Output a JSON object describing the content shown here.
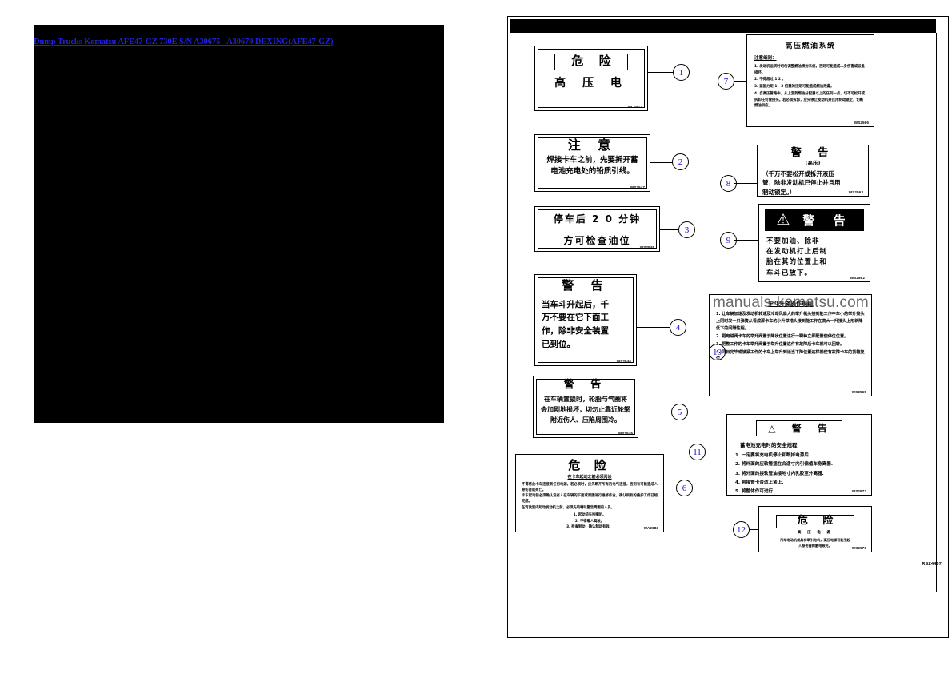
{
  "document": {
    "title_link": "Dump Trucks Komatsu AFE47-GZ 730E S/N A30675 - A30679 DEXING(AFE47-GZ)",
    "page_ref": "RSZ4407",
    "watermark": "manuals-komatsu.com"
  },
  "decals": [
    {
      "callout": "1",
      "heading": "危 险",
      "heading_boxed": true,
      "lines": [
        "高 压 电"
      ],
      "part_no": "WC2572"
    },
    {
      "callout": "2",
      "heading": "注  意",
      "heading_boxed": false,
      "lines": [
        "焊接卡车之前，先要拆开蓄",
        "电池充电处的铅质引线。"
      ],
      "part_no": "WS2547"
    },
    {
      "callout": "3",
      "heading": "",
      "heading_boxed": false,
      "lines": [
        "停车后 2 0 分钟",
        "方可检查油位"
      ],
      "part_no": "WS2548"
    },
    {
      "callout": "4",
      "heading": "警  告",
      "heading_boxed": false,
      "lines": [
        "当车斗升起后，千",
        "万不要在它下面工",
        "作，除非安全装置",
        "已到位。"
      ],
      "part_no": "WS2546"
    },
    {
      "callout": "5",
      "heading": "警  告",
      "heading_boxed": false,
      "lines": [
        "在车辆置锁时，轮胎与气圈将",
        "会加剧地损坏，切勿止靠近轮辋",
        "附近伤人、压陷周围冷。"
      ],
      "part_no": "WS2545"
    },
    {
      "callout": "6",
      "heading": "危 险",
      "heading_boxed": false,
      "subtitle": "在卡车起动之前必须阅读",
      "lines": [
        "不得将此卡车连接到任何电源，若必须时，应先断开所有的电气连接，否则有可能造成人身伤害或死亡。",
        "卡车起动前必须确认没有人在车辆的下面或周围进行维修作业，确认所有的维护工作已经完成。",
        "在驾驶室内起动发动机之前，必须先鸣喇叭警告周围的人员。"
      ],
      "sub_items": [
        "1. 起动前先按喇叭。",
        "2. 不得载人驾驶。",
        "3. 检查制动，确认制动有效。"
      ],
      "part_no": "WA2683"
    },
    {
      "callout": "7",
      "heading": "高压燃油系统",
      "heading_boxed": false,
      "subtitle": "注意细则：",
      "items": [
        "1. 发动机运转时切勿调整燃油喷射系统，否则可能造成人身伤害或设备损坏。",
        "2. 不得超过 1 2 。",
        "3. 紧固力矩 1 - 3 倍重的扭矩可能造成燃油泄漏。",
        "4. 自高压管路中，从上游到燃油分配器以上的任何一点，切不可松开或拆卸任何管接头。若必须拆卸，应先停止发动机并且用制动锁定，切断燃油供应。"
      ],
      "part_no": "WS2566"
    },
    {
      "callout": "8",
      "heading": "警  告",
      "heading_boxed": false,
      "subtitle": "(高压)",
      "lines": [
        "（千万不要松开或拆开液压",
        "管，除非发动机已停止并且用",
        "制动锁定。）"
      ],
      "part_no": "WS2563"
    },
    {
      "callout": "9",
      "heading": "警 告",
      "heading_boxed": false,
      "strip": true,
      "strip_icon": "warning-triangle",
      "lines": [
        "不要加油、除非",
        "在发动机打止后制",
        "胎在其的位置上和",
        "车斗已放下。"
      ],
      "part_no": "WS2862"
    },
    {
      "callout": "10",
      "heading": "",
      "heading_boxed": false,
      "subtitle": "车斗升降操作规程",
      "items": [
        "1. 让车辆加速及发动机转速及冷却风扇大的举升机头接到能工作中车小的举升接头上同时发一只弹簧从看成那卡车的小升举措头接到能工作在高大一升接头上形新降低下的间隔性程。",
        "2. 把电磁阀卡车的举升阀置于降状位置进行一瞬种立即配置使停位位置。",
        "3. 把整工作的卡车举升阀置于举升位置这件有故障后卡车就可以回转。",
        "4. 同目完毕或锁紧工作的卡车上举升到适当下降位置这样就使有故障卡车的货箱复位。"
      ],
      "part_no": "WS2565"
    },
    {
      "callout": "11",
      "heading": "警  告",
      "heading_boxed": true,
      "heading_icon": "warning-triangle",
      "subtitle": "蓄电池充电时的安全规程",
      "items": [
        "1. 一定要将充电机停止和断掉电源后",
        "2. 将外面的应软管插在合适寸内引偏值车身离器.",
        "3. 将外面的接软管油接地寸内乳胶室外离器.",
        "4. 将接管卡合适上紧上.",
        "5. 将整体作可进行."
      ],
      "part_no": "WS2973"
    },
    {
      "callout": "12",
      "heading": "危  险",
      "heading_boxed": true,
      "subtitle": "高 压 电 源",
      "lines": [
        "汽车电动机或具有牵引电机，高压电源可能引起",
        "人身伤害的触电致死。"
      ],
      "part_no": "WS2970"
    }
  ]
}
